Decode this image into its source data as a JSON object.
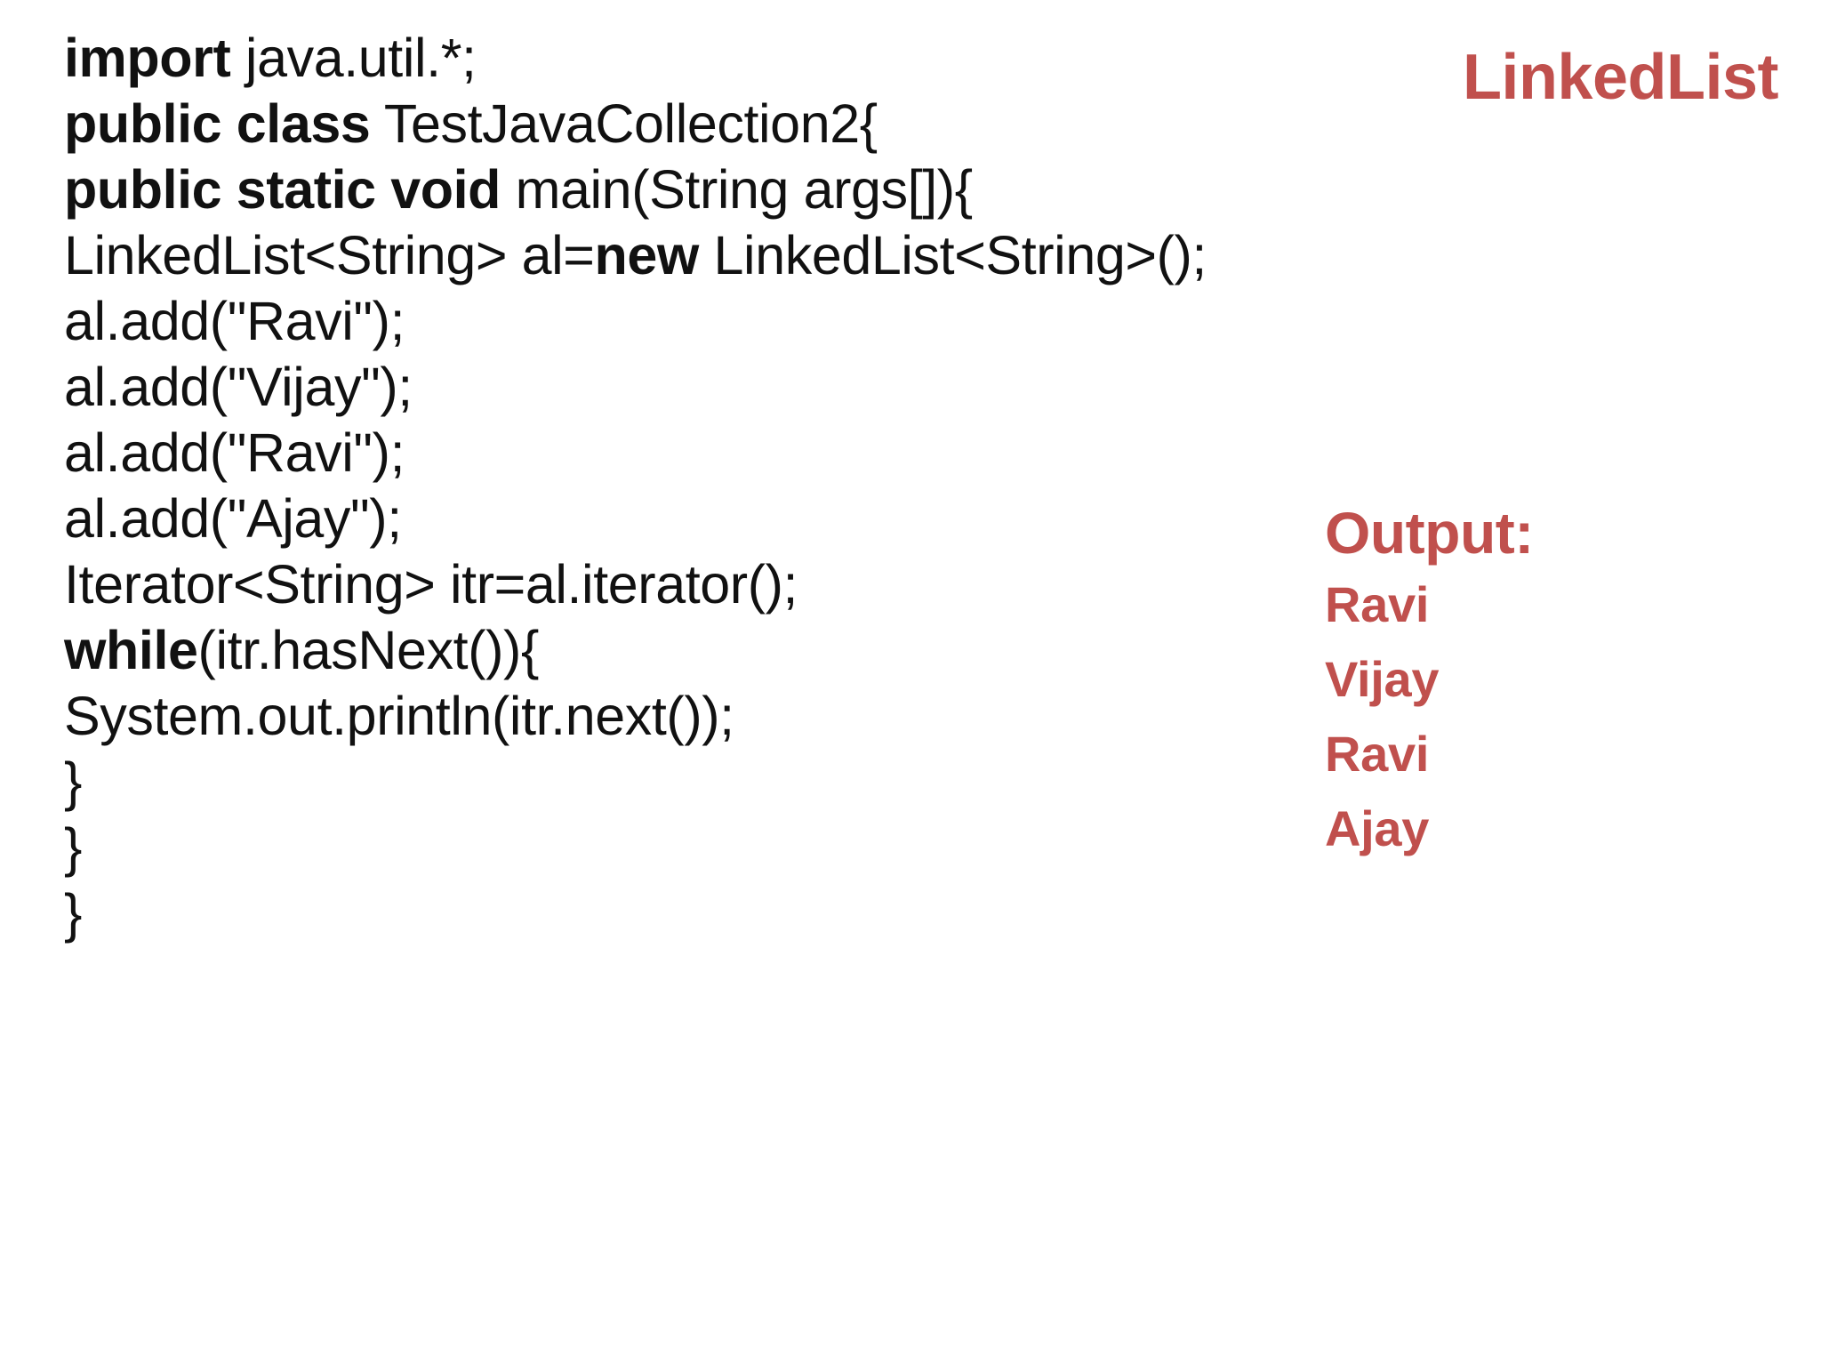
{
  "slide": {
    "background_color": "#ffffff",
    "accent_color": "#c0504d",
    "code_color": "#111111",
    "topic_title": "LinkedList"
  },
  "code": {
    "language": "java",
    "lines": [
      {
        "id": "line-1",
        "keyword": "import",
        "rest": " java.util.*;"
      },
      {
        "id": "line-2",
        "keyword": "public class",
        "rest": " TestJavaCollection2{"
      },
      {
        "id": "line-3",
        "keyword": "public static void",
        "rest": " main(String args[]){"
      },
      {
        "id": "line-4",
        "pre": "LinkedList<String> al=",
        "keyword": "new",
        "rest": " LinkedList<String>();"
      },
      {
        "id": "line-5",
        "rest": "al.add(\"Ravi\");"
      },
      {
        "id": "line-6",
        "rest": "al.add(\"Vijay\");"
      },
      {
        "id": "line-7",
        "rest": "al.add(\"Ravi\");"
      },
      {
        "id": "line-8",
        "rest": "al.add(\"Ajay\");"
      },
      {
        "id": "line-9",
        "rest": "Iterator<String> itr=al.iterator();"
      },
      {
        "id": "line-10",
        "keyword": "while",
        "rest": "(itr.hasNext()){"
      },
      {
        "id": "line-11",
        "rest": "System.out.println(itr.next());"
      },
      {
        "id": "line-12",
        "rest": "}"
      },
      {
        "id": "line-13",
        "rest": "}"
      },
      {
        "id": "line-14",
        "rest": "}"
      }
    ]
  },
  "output": {
    "heading": "Output:",
    "lines": [
      "Ravi",
      "Vijay",
      "Ravi",
      "Ajay"
    ]
  }
}
